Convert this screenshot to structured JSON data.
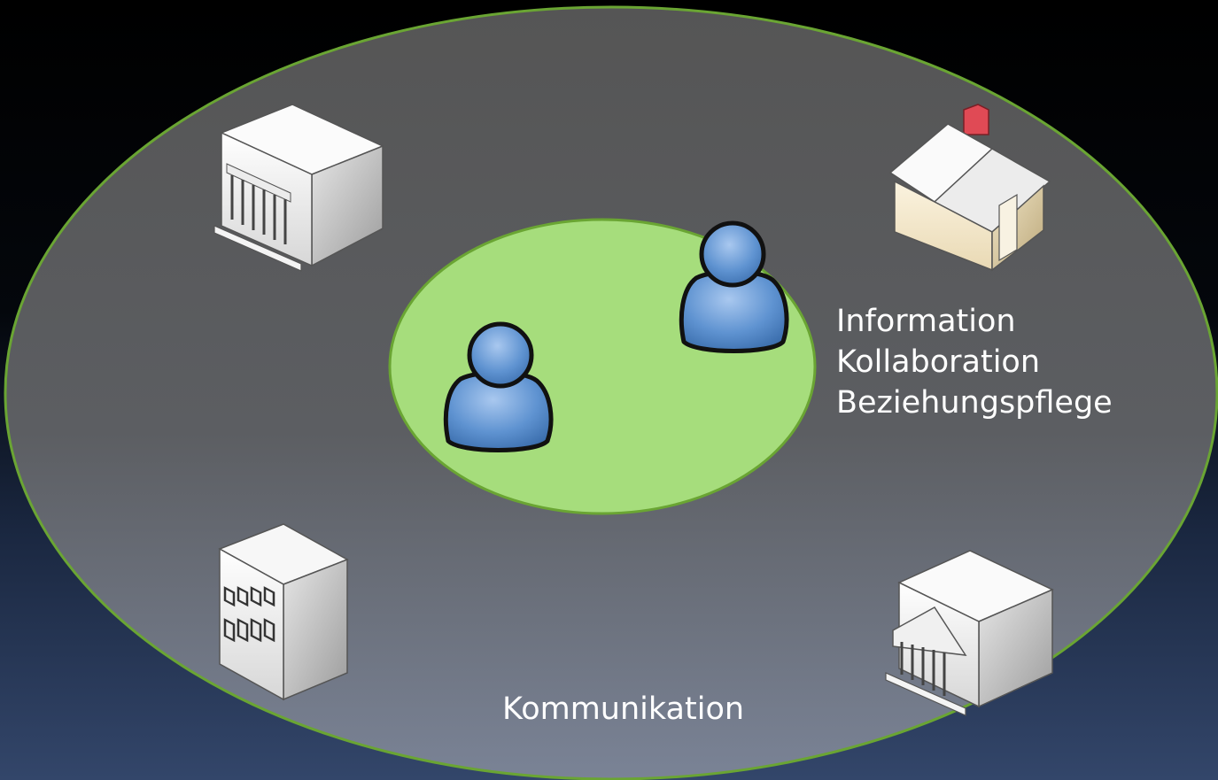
{
  "colors": {
    "background_top": "#000000",
    "background_bottom": "#33466a",
    "outer_ellipse_top": "#555555",
    "outer_ellipse_bottom": "#7a8396",
    "outer_ellipse_border": "#6aa533",
    "inner_ellipse_fill": "#a6dd7c",
    "inner_ellipse_border": "#6aa533",
    "person": "#5b8fcc",
    "text": "#ffffff"
  },
  "icons": [
    "government-building-icon",
    "house-icon",
    "office-building-icon",
    "bank-building-icon",
    "person-icon"
  ],
  "labels": {
    "inner": [
      "Information",
      "Kollaboration",
      "Beziehungspflege"
    ],
    "outer": "Kommunikation"
  }
}
